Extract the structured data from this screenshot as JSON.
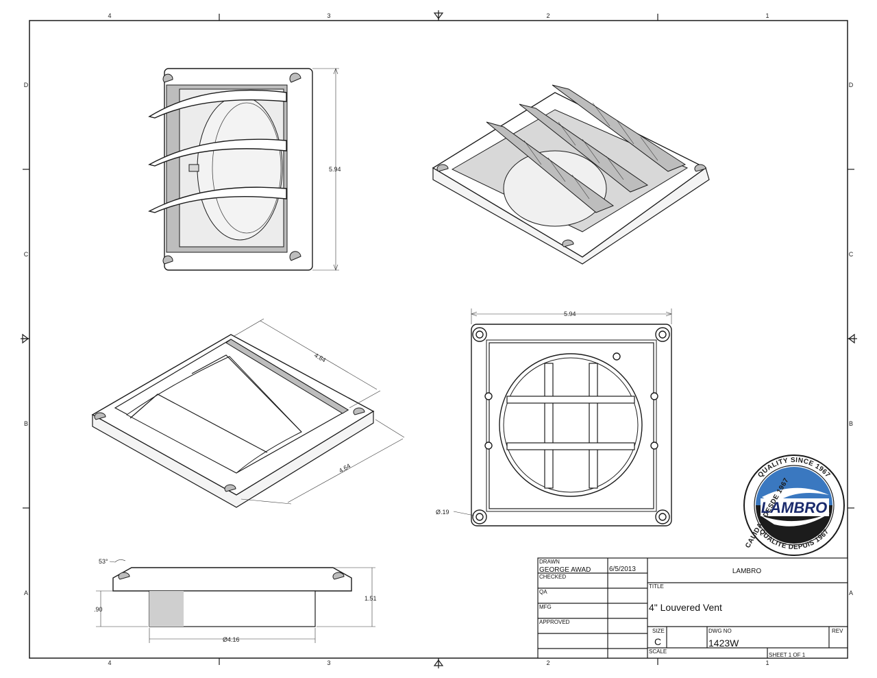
{
  "border": {
    "columns_top": [
      "4",
      "3",
      "2",
      "1"
    ],
    "columns_bottom": [
      "4",
      "3",
      "2",
      "1"
    ],
    "rows_left": [
      "D",
      "C",
      "B",
      "A"
    ],
    "rows_right": [
      "D",
      "C",
      "B",
      "A"
    ]
  },
  "dimensions": {
    "front_height": "5.94",
    "top_width": "5.94",
    "iso_depth": "4.84",
    "iso_width": "4.64",
    "hole_dia": "Ø.19",
    "chamfer_angle": "53°",
    "collar_height": ".90",
    "overall_height": "1.51",
    "collar_dia": "Ø4.16"
  },
  "logo": {
    "ring_top": "QUALITY SINCE 1967",
    "ring_left": "CALIDAD DESDE 1967",
    "ring_bottom": "QUALITE DEPUIS 1967",
    "wordmark": "LAMBRO",
    "brand_color": "#3a78c0"
  },
  "title_block": {
    "drawn_label": "DRAWN",
    "drawn_by": "GEORGE AWAD",
    "drawn_date": "6/5/2013",
    "checked_label": "CHECKED",
    "qa_label": "QA",
    "mfg_label": "MFG",
    "approved_label": "APPROVED",
    "company": "LAMBRO",
    "title_label": "TITLE",
    "title": "4\" Louvered Vent",
    "size_label": "SIZE",
    "size": "C",
    "dwg_no_label": "DWG NO",
    "dwg_no": "1423W",
    "rev_label": "REV",
    "scale_label": "SCALE",
    "sheet": "SHEET 1  OF 1"
  }
}
